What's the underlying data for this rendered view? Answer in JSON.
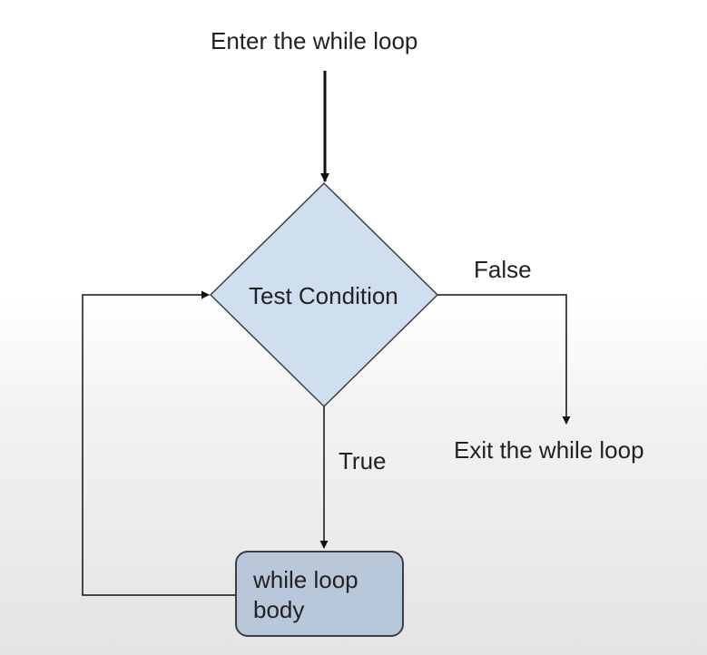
{
  "diagram": {
    "entry_label": "Enter the while loop",
    "decision_label": "Test Condition",
    "false_label": "False",
    "true_label": "True",
    "exit_label": "Exit the while loop",
    "body_label": "while loop body"
  },
  "colors": {
    "decision_fill": "#cfdff0",
    "body_fill": "#b8c7d9",
    "line": "#111111",
    "text": "#222222"
  }
}
